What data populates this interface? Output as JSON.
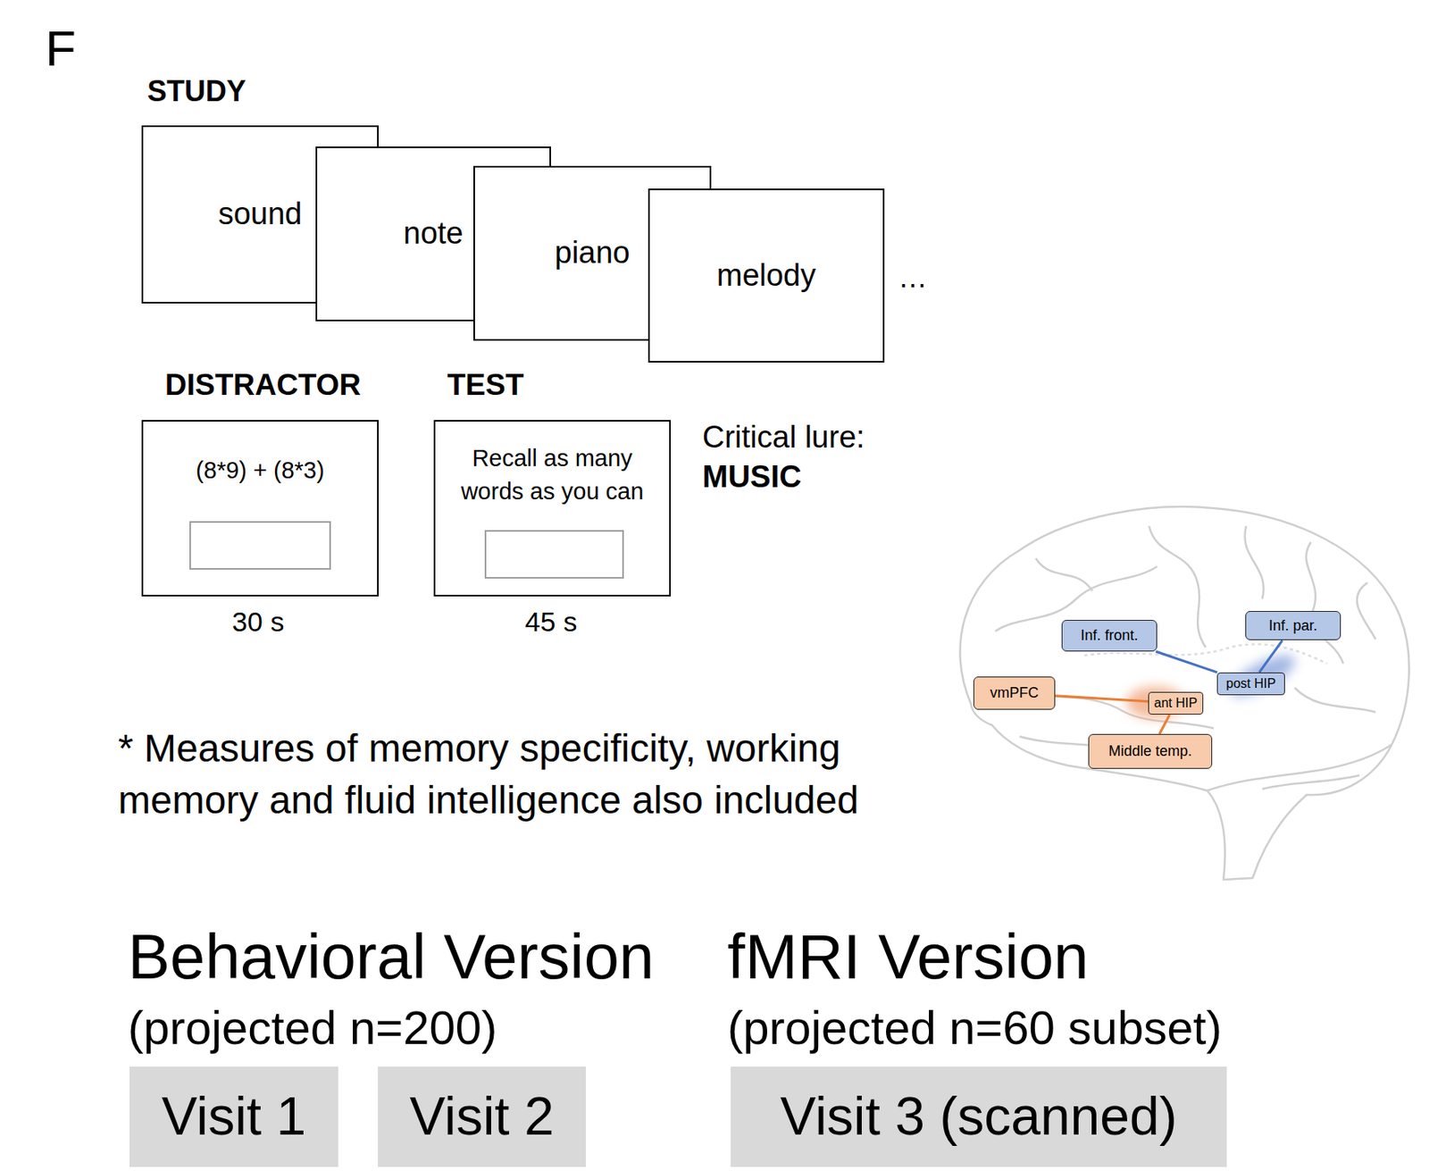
{
  "diagram": {
    "nodes": [
      {
        "text": [
          "sound"
        ]
      },
      {
        "text": [
          "note"
        ]
      },
      {
        "text": [
          "piano"
        ]
      },
      {
        "text": [
          "melody"
        ]
      },
      {
        "text": [
          "(8*9) + (8*3)"
        ]
      },
      {
        "text": [
          "Recall as many words as you can"
        ]
      },
      {
        "text": [
          "Inf. par."
        ]
      },
      {
        "text": [
          "Inf. front."
        ]
      },
      {
        "text": [
          "post HIP"
        ]
      },
      {
        "text": [
          "vmPFC"
        ]
      },
      {
        "text": [
          "ant HIP"
        ]
      },
      {
        "text": [
          "Middle temp."
        ]
      },
      {
        "text": [
          "Visit 1"
        ]
      },
      {
        "text": [
          "Visit 2"
        ]
      },
      {
        "text": [
          "Visit 3 (scanned)"
        ]
      }
    ],
    "edges": [
      {
        "from": 7,
        "to": 8,
        "arrow": "none"
      },
      {
        "from": 6,
        "to": 8,
        "arrow": "none"
      },
      {
        "from": 9,
        "to": 10,
        "arrow": "none"
      },
      {
        "from": 11,
        "to": 10,
        "arrow": "none"
      }
    ],
    "labels": [
      "F",
      "STUDY",
      "…",
      "DISTRACTOR",
      "TEST",
      "30 s",
      "45 s",
      "Critical lure:",
      "MUSIC",
      "* Measures of memory specificity, working memory and fluid intelligence also included",
      "Behavioral Version",
      "(projected n=200)",
      "fMRI Version",
      "(projected n=60 subset)"
    ]
  }
}
